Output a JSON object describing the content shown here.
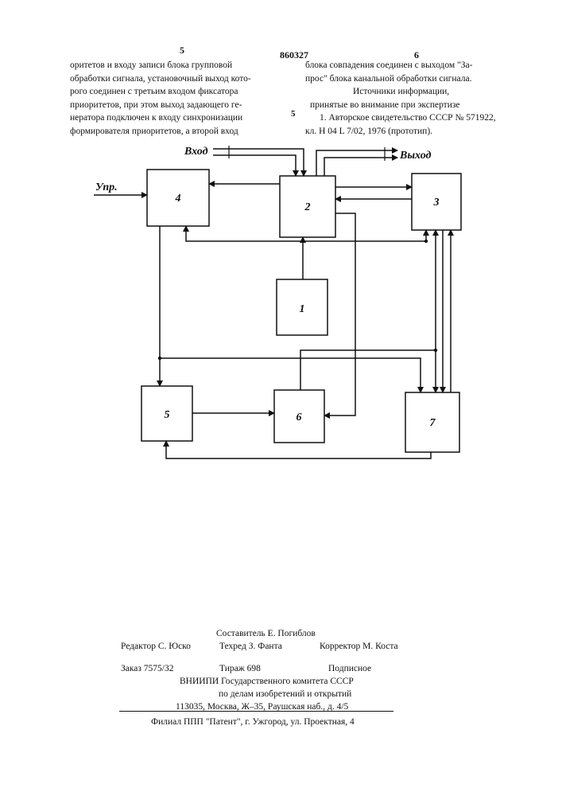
{
  "header": {
    "page_left": "5",
    "patent_number": "860327",
    "page_right": "6"
  },
  "left_column": {
    "lines": [
      "оритетов   и входу записи блока групповой",
      "обработки сигнала, установочный выход кото-",
      "рого соединен с третьим входом фиксатора",
      "приоритетов, при этом выход задающего ге-",
      "нератора подключен к входу синхронизации",
      "формирователя приоритетов, а второй вход"
    ]
  },
  "line_marker": "5",
  "right_column": {
    "lines": [
      "блока совпадения соединен с выходом \"За-",
      "прос\" блока канальной обработки сигнала."
    ],
    "sources_heading": "Источники информации,",
    "sources_subheading": "принятые во внимание при экспертизе",
    "reference_lines": [
      "1. Авторское свидетельство СССР № 571922,",
      "кл. Н 04 L 7/02, 1976 (прототип)."
    ]
  },
  "diagram": {
    "input_label": "Вход",
    "output_label": "Выход",
    "control_label": "Упр.",
    "blocks": [
      "1",
      "2",
      "3",
      "4",
      "5",
      "6",
      "7"
    ]
  },
  "imprint": {
    "compiler": "Составитель Е. Погиблов",
    "editor": "Редактор С. Юско",
    "techred": "Техред З. Фанта",
    "corrector": "Корректор М. Коста",
    "order": "Заказ 7575/32",
    "circulation": "Тираж 698",
    "subscription": "Подписное",
    "institute_line1": "ВНИИПИ Государственного комитета СССР",
    "institute_line2": "по делам изобретений и открытий",
    "address": "113035, Москва, Ж–35, Раушская наб., д. 4/5",
    "branch": "Филиал ППП \"Патент\", г. Ужгород, ул. Проектная, 4"
  }
}
